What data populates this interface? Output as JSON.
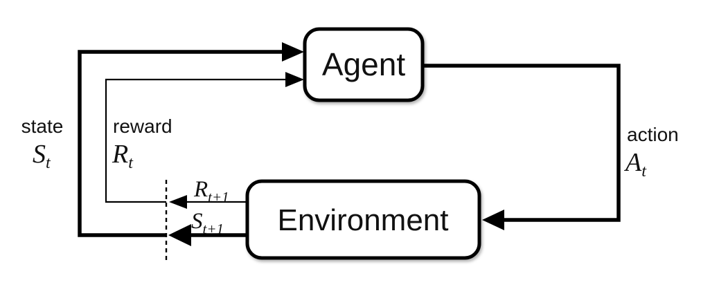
{
  "nodes": {
    "agent": "Agent",
    "environment": "Environment"
  },
  "labels": {
    "state": {
      "word": "state",
      "sym": "S",
      "sub": "t"
    },
    "reward": {
      "word": "reward",
      "sym": "R",
      "sub": "t"
    },
    "action": {
      "word": "action",
      "sym": "A",
      "sub": "t"
    },
    "next_reward": {
      "sym": "R",
      "sub": "t+1"
    },
    "next_state": {
      "sym": "S",
      "sub": "t+1"
    }
  },
  "colors": {
    "ink": "#000000",
    "background": "#ffffff",
    "node_fill": "#ffffff",
    "node_stroke": "#000000"
  }
}
